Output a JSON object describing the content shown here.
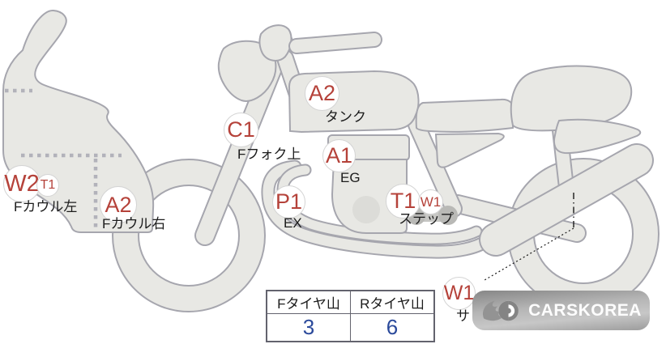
{
  "diagram": {
    "type": "motorcycle-damage-map",
    "points": [
      {
        "code": "W2",
        "sub": "T1",
        "label": "Fカウル左"
      },
      {
        "code": "A2",
        "label": "Fカウル右"
      },
      {
        "code": "C1",
        "label": "Fフォク上"
      },
      {
        "code": "A2",
        "label": "タンク"
      },
      {
        "code": "A1",
        "label": "EG"
      },
      {
        "code": "P1",
        "label": "EX"
      },
      {
        "code": "T1",
        "sub": "W1",
        "label": "ステップ"
      },
      {
        "code": "W1",
        "label": "サ"
      }
    ],
    "colors": {
      "code_text": "#b5423a",
      "label_text": "#1c1c1c",
      "body_fill": "#e8e8e4",
      "body_outline": "#a6a6ae",
      "dashed_line": "#b2b2ba",
      "table_value_blue": "#2b4a9b"
    }
  },
  "tire_table": {
    "headers": [
      "Fタイヤ山",
      "Rタイヤ山"
    ],
    "values": [
      "3",
      "6"
    ]
  },
  "watermark": {
    "text": "CARSKOREA"
  }
}
